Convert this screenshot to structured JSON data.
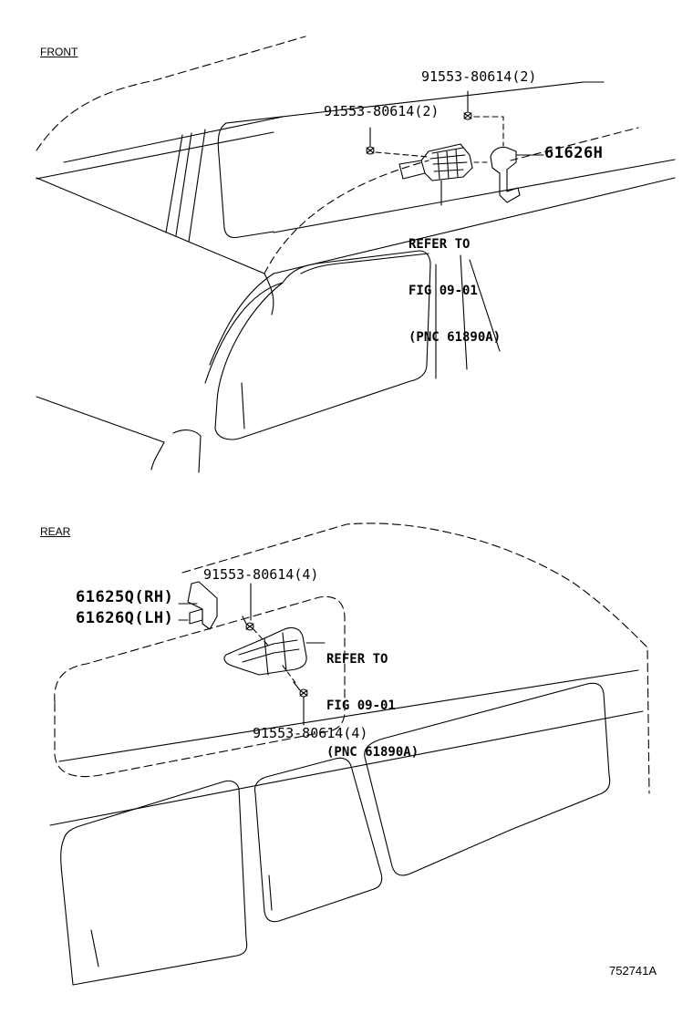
{
  "sections": {
    "front": "FRONT",
    "rear": "REAR"
  },
  "front": {
    "screw_upper": "91553-80614(2)",
    "screw_lower": "91553-80614(2)",
    "part": "61626H",
    "refer": {
      "line1": "REFER TO",
      "line2": "FIG 09-01",
      "line3": "(PNC 61890A)"
    }
  },
  "rear": {
    "screw_upper": "91553-80614(4)",
    "screw_lower": "91553-80614(4)",
    "part_rh": "61625Q(RH)",
    "part_lh": "61626Q(LH)",
    "refer": {
      "line1": "REFER TO",
      "line2": "FIG 09-01",
      "line3": "(PNC 61890A)"
    }
  },
  "figure_id": "752741A"
}
